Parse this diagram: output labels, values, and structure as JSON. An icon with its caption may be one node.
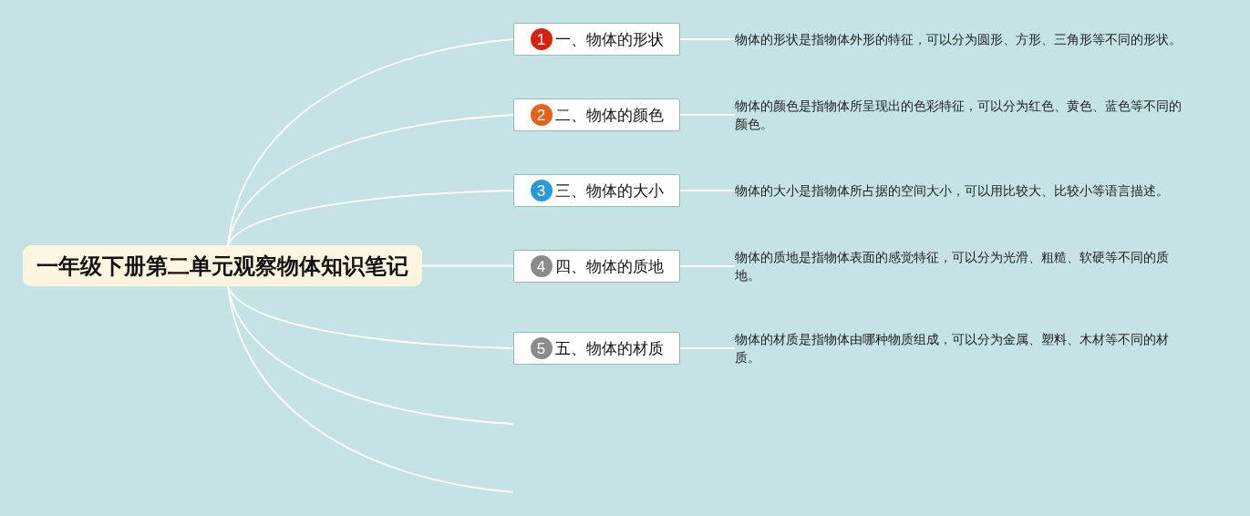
{
  "diagram": {
    "nodes": [
      {
        "text": [
          "一年级下册第二单元观察物体知识笔记"
        ]
      },
      {
        "text": [
          "1",
          "一、物体的形状"
        ]
      },
      {
        "text": [
          "物体的形状是指物体外形的特征，可以分为圆形、方形、三角形等不同的形状。"
        ]
      },
      {
        "text": [
          "2",
          "二、物体的颜色"
        ]
      },
      {
        "text": [
          "物体的颜色是指物体所呈现出的色彩特征，可以分为红色、黄色、蓝色等不同的颜色。"
        ]
      },
      {
        "text": [
          "3",
          "三、物体的大小"
        ]
      },
      {
        "text": [
          "物体的大小是指物体所占据的空间大小，可以用比较大、比较小等语言描述。"
        ]
      },
      {
        "text": [
          "4",
          "四、物体的质地"
        ]
      },
      {
        "text": [
          "物体的质地是指物体表面的感觉特征，可以分为光滑、粗糙、软硬等不同的质地。"
        ]
      },
      {
        "text": [
          "5",
          "五、物体的材质"
        ]
      },
      {
        "text": [
          "物体的材质是指物体由哪种物质组成，可以分为金属、塑料、木材等不同的材质。"
        ]
      }
    ],
    "edges": [
      {
        "from": 0,
        "to": 1,
        "arrow": "none"
      },
      {
        "from": 0,
        "to": 3,
        "arrow": "none"
      },
      {
        "from": 0,
        "to": 5,
        "arrow": "none"
      },
      {
        "from": 0,
        "to": 7,
        "arrow": "none"
      },
      {
        "from": 0,
        "to": 9,
        "arrow": "none"
      },
      {
        "from": 0,
        "to": null,
        "arrow": "none"
      },
      {
        "from": 0,
        "to": null,
        "arrow": "none"
      },
      {
        "from": 1,
        "to": 2,
        "arrow": "none"
      },
      {
        "from": 3,
        "to": 4,
        "arrow": "none"
      },
      {
        "from": 5,
        "to": 6,
        "arrow": "none"
      },
      {
        "from": 7,
        "to": 8,
        "arrow": "none"
      },
      {
        "from": 9,
        "to": 10,
        "arrow": "none"
      }
    ]
  }
}
